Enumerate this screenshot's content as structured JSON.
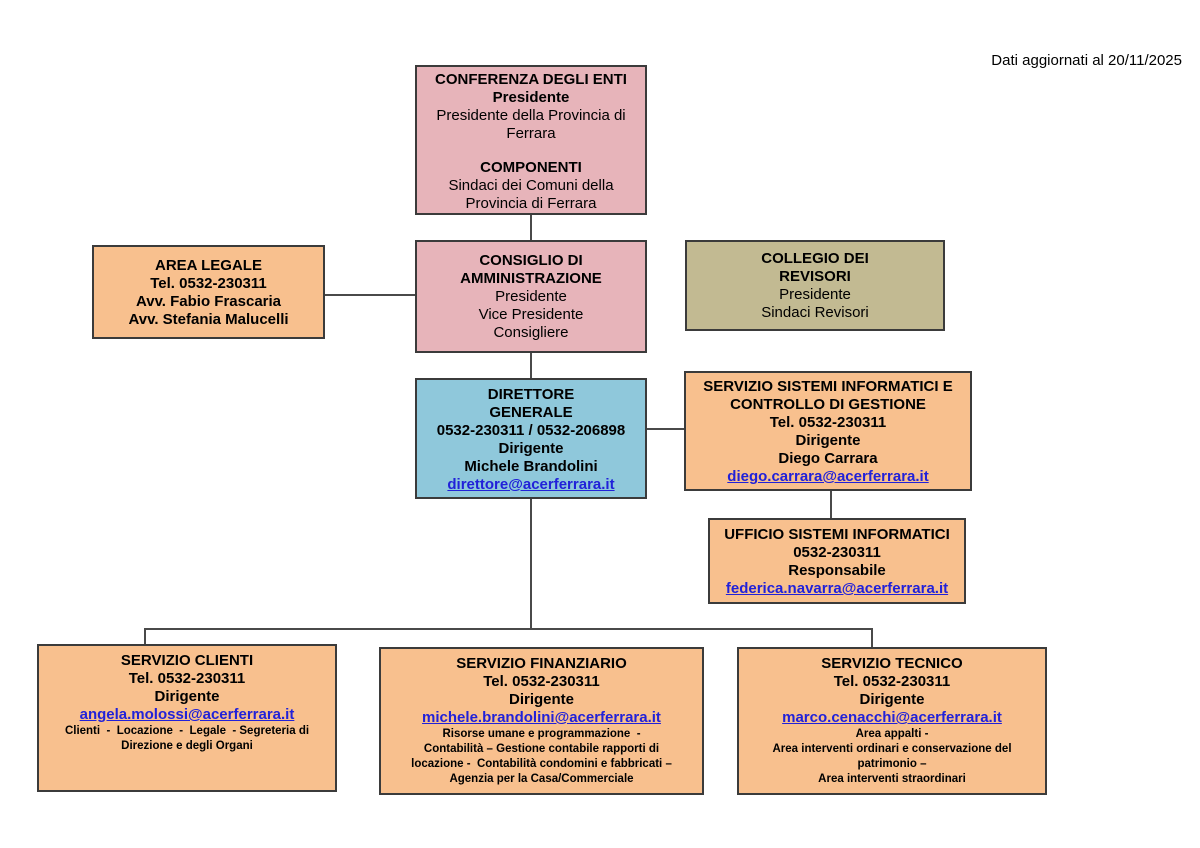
{
  "meta": {
    "updated_label": "Dati aggiornati al 20/11/2025"
  },
  "colors": {
    "pink": "#e7b4ba",
    "orange": "#f8c08e",
    "blue": "#8fc8db",
    "khaki": "#c2ba92",
    "link_blue": "#2121d9",
    "box_border": "#3b3b3b",
    "connector": "#4a4a4a"
  },
  "boxes": {
    "conferenza": {
      "name": "Conferenza degli Enti",
      "lines": [
        {
          "text": "CONFERENZA DEGLI ENTI",
          "style": "title"
        },
        {
          "text": "Presidente",
          "style": "bold"
        },
        {
          "text": "Presidente della Provincia di",
          "style": "normal"
        },
        {
          "text": "Ferrara",
          "style": "normal"
        },
        {
          "text": "",
          "style": "spacer"
        },
        {
          "text": "COMPONENTI",
          "style": "bold"
        },
        {
          "text": "Sindaci dei Comuni della",
          "style": "normal"
        },
        {
          "text": "Provincia di Ferrara",
          "style": "normal"
        }
      ]
    },
    "arealegale": {
      "name": "Area Legale",
      "lines": [
        {
          "text": "AREA LEGALE",
          "style": "title"
        },
        {
          "text": "Tel. 0532-230311",
          "style": "bold"
        },
        {
          "text": "Avv. Fabio Frascaria",
          "style": "bold"
        },
        {
          "text": "Avv. Stefania Malucelli",
          "style": "bold"
        }
      ]
    },
    "consiglio": {
      "name": "Consiglio di Amministrazione",
      "lines": [
        {
          "text": "CONSIGLIO DI",
          "style": "title"
        },
        {
          "text": "AMMINISTRAZIONE",
          "style": "title"
        },
        {
          "text": "Presidente",
          "style": "normal"
        },
        {
          "text": "Vice Presidente",
          "style": "normal"
        },
        {
          "text": "Consigliere",
          "style": "normal"
        }
      ]
    },
    "collegio": {
      "name": "Collegio dei Revisori",
      "lines": [
        {
          "text": "COLLEGIO DEI",
          "style": "title"
        },
        {
          "text": "REVISORI",
          "style": "title"
        },
        {
          "text": "Presidente",
          "style": "normal"
        },
        {
          "text": "Sindaci Revisori",
          "style": "normal"
        }
      ]
    },
    "direttore": {
      "name": "Direttore Generale",
      "lines": [
        {
          "text": "DIRETTORE",
          "style": "title"
        },
        {
          "text": "GENERALE",
          "style": "title"
        },
        {
          "text": "0532-230311 / 0532-206898",
          "style": "bold"
        },
        {
          "text": "Dirigente",
          "style": "bold"
        },
        {
          "text": "Michele Brandolini",
          "style": "bold"
        },
        {
          "text": "direttore@acerferrara.it",
          "style": "link"
        }
      ]
    },
    "sistemi": {
      "name": "Servizio Sistemi Informatici e Controllo di Gestione",
      "lines": [
        {
          "text": "SERVIZIO SISTEMI INFORMATICI E",
          "style": "title"
        },
        {
          "text": "CONTROLLO DI GESTIONE",
          "style": "title"
        },
        {
          "text": "Tel. 0532-230311",
          "style": "bold"
        },
        {
          "text": "Dirigente",
          "style": "bold"
        },
        {
          "text": "Diego Carrara",
          "style": "bold"
        },
        {
          "text": "diego.carrara@acerferrara.it",
          "style": "link"
        }
      ]
    },
    "ufficio": {
      "name": "Ufficio Sistemi Informatici",
      "lines": [
        {
          "text": "UFFICIO SISTEMI INFORMATICI",
          "style": "title"
        },
        {
          "text": "0532-230311",
          "style": "bold"
        },
        {
          "text": "Responsabile",
          "style": "bold"
        },
        {
          "text": "federica.navarra@acerferrara.it",
          "style": "link"
        }
      ]
    },
    "clienti": {
      "name": "Servizio Clienti",
      "lines": [
        {
          "text": "SERVIZIO CLIENTI",
          "style": "title"
        },
        {
          "text": "Tel. 0532-230311",
          "style": "bold"
        },
        {
          "text": "Dirigente",
          "style": "bold"
        },
        {
          "text": "angela.molossi@acerferrara.it",
          "style": "link"
        },
        {
          "text": "Clienti  -  Locazione  -  Legale  - Segreteria di",
          "style": "small"
        },
        {
          "text": "Direzione e degli Organi",
          "style": "small"
        }
      ]
    },
    "finanz": {
      "name": "Servizio Finanziario",
      "lines": [
        {
          "text": "SERVIZIO FINANZIARIO",
          "style": "title"
        },
        {
          "text": "Tel. 0532-230311",
          "style": "bold"
        },
        {
          "text": "Dirigente",
          "style": "bold"
        },
        {
          "text": "michele.brandolini@acerferrara.it",
          "style": "link"
        },
        {
          "text": "Risorse umane e programmazione  -",
          "style": "small"
        },
        {
          "text": "Contabilità – Gestione contabile rapporti di",
          "style": "small"
        },
        {
          "text": "locazione -  Contabilità condomini e fabbricati –",
          "style": "small"
        },
        {
          "text": "Agenzia per la Casa/Commerciale",
          "style": "small"
        }
      ]
    },
    "tecnico": {
      "name": "Servizio Tecnico",
      "lines": [
        {
          "text": "SERVIZIO TECNICO",
          "style": "title"
        },
        {
          "text": "Tel. 0532-230311",
          "style": "bold"
        },
        {
          "text": "Dirigente",
          "style": "bold"
        },
        {
          "text": "marco.cenacchi@acerferrara.it",
          "style": "link"
        },
        {
          "text": "Area appalti -",
          "style": "small"
        },
        {
          "text": "Area interventi ordinari e conservazione del",
          "style": "small"
        },
        {
          "text": "patrimonio –",
          "style": "small"
        },
        {
          "text": "Area interventi straordinari",
          "style": "small"
        }
      ]
    }
  }
}
